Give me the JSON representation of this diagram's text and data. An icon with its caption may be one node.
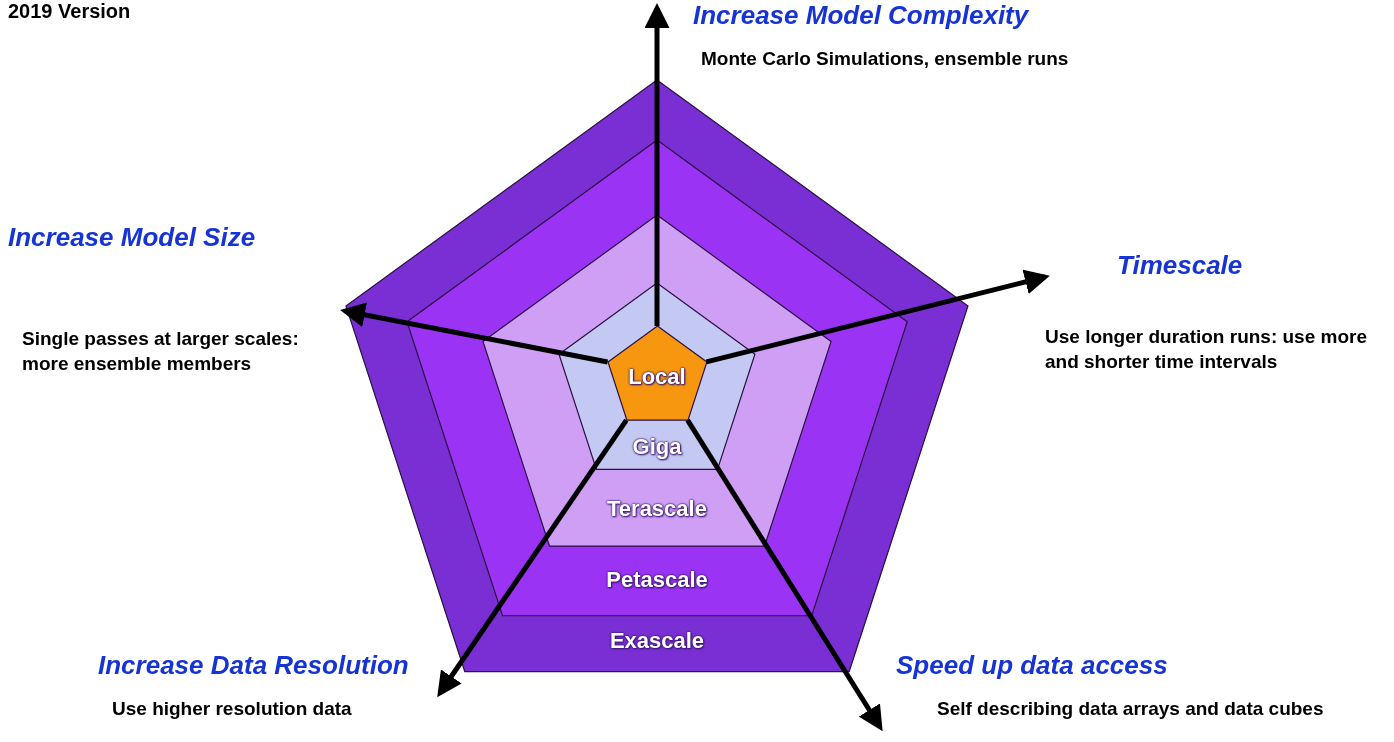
{
  "diagram": {
    "title": "2019 Version",
    "nodes": [
      {
        "text": [
          "Exascale"
        ]
      },
      {
        "text": [
          "Petascale"
        ],
        "in": 0
      },
      {
        "text": [
          "Terascale"
        ],
        "in": 1
      },
      {
        "text": [
          "Giga"
        ],
        "in": 2
      },
      {
        "text": [
          "Local"
        ],
        "in": 3
      },
      {
        "text": [
          "Increase Model Complexity",
          "Monte Carlo Simulations, ensemble runs"
        ]
      },
      {
        "text": [
          "Increase Model Size",
          "Single passes at larger scales: more ensemble members"
        ]
      },
      {
        "text": [
          "Timescale",
          "Use longer duration runs: use more and shorter time intervals"
        ]
      },
      {
        "text": [
          "Increase Data Resolution",
          "Use higher resolution data"
        ]
      },
      {
        "text": [
          "Speed up data access",
          "Self describing data arrays and data cubes"
        ]
      }
    ],
    "edges": [
      {
        "from": 4,
        "to": 5,
        "arrow": "to"
      },
      {
        "from": 4,
        "to": 6,
        "arrow": "to"
      },
      {
        "from": 4,
        "to": 7,
        "arrow": "to"
      },
      {
        "from": 4,
        "to": 8,
        "arrow": "to"
      },
      {
        "from": 4,
        "to": 9,
        "arrow": "to"
      }
    ]
  }
}
